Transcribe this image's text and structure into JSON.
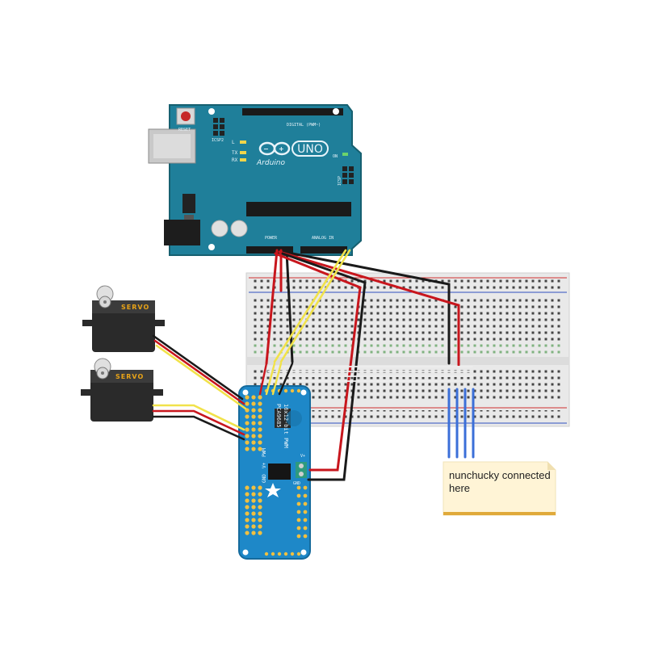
{
  "arduino": {
    "brand": "Arduino",
    "model": "UNO",
    "reset_label": "RESET",
    "icsp_label": "ICSP2",
    "icsp_right_label": "ICSP",
    "digital_label": "DIGITAL (PWM~)",
    "power_label": "POWER",
    "analog_label": "ANALOG IN",
    "led_l": "L",
    "led_tx": "TX",
    "led_rx": "RX",
    "led_on": "ON"
  },
  "servos": [
    {
      "label": "SERVO"
    },
    {
      "label": "SERVO"
    }
  ],
  "pwm_board": {
    "title_line1": "PCA9685",
    "title_line2": "16x12-bit PWM",
    "pin_pwm": "PWM",
    "pin_vplus": "V+",
    "pin_gnd": "GND",
    "term_label": "GND",
    "power_label": "V+"
  },
  "note": {
    "text_line1": "nunchucky connected",
    "text_line2": "here"
  },
  "colors": {
    "arduino_board": "#1f7f9a",
    "pwm_board": "#1e88c8",
    "breadboard": "#eaeaea",
    "wire_red": "#c8161d",
    "wire_black": "#1a1a1a",
    "wire_yellow": "#f1e24a",
    "wire_blue": "#3b6fd8",
    "note_bg": "#fff4d6",
    "note_border": "#e0a93a"
  }
}
